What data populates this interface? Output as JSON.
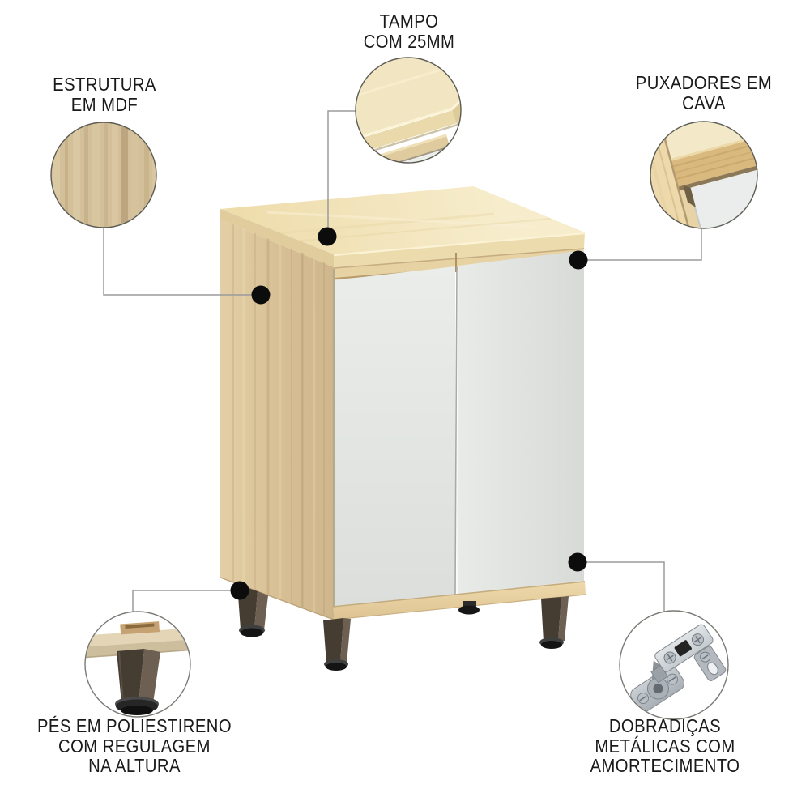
{
  "callouts": {
    "tampo": {
      "label": "TAMPO\nCOM 25MM",
      "detail_icon": "top-corner-detail"
    },
    "estrutura": {
      "label": "ESTRUTURA\nEM MDF",
      "detail_icon": "mdf-wood-texture"
    },
    "puxadores": {
      "label": "PUXADORES EM\nCAVA",
      "detail_icon": "recessed-handle-detail"
    },
    "pes": {
      "label": "PÉS EM POLIESTIRENO\nCOM REGULAGEM\nNA ALTURA",
      "detail_icon": "adjustable-foot-detail"
    },
    "dobradicas": {
      "label": "DOBRADIÇAS\nMETÁLICAS COM\nAMORTECIMENTO",
      "detail_icon": "metal-hinge-detail"
    }
  },
  "colors": {
    "background": "#ffffff",
    "wood_top": "#f2e5bd",
    "wood_side": "#d9c298",
    "wood_rail": "#e6d2a2",
    "door": "#e4e7e4",
    "base_strip": "#ecd5a4",
    "leg_dark": "#453c32",
    "leg_light": "#6d5f51",
    "foot_black": "#161616",
    "hinge_metal": "#c0c6cb",
    "callout_dot": "#0c0c0c",
    "connector_line": "#9b9b9b",
    "circle_border": "#5c5c54",
    "text": "#1a1a1a"
  }
}
